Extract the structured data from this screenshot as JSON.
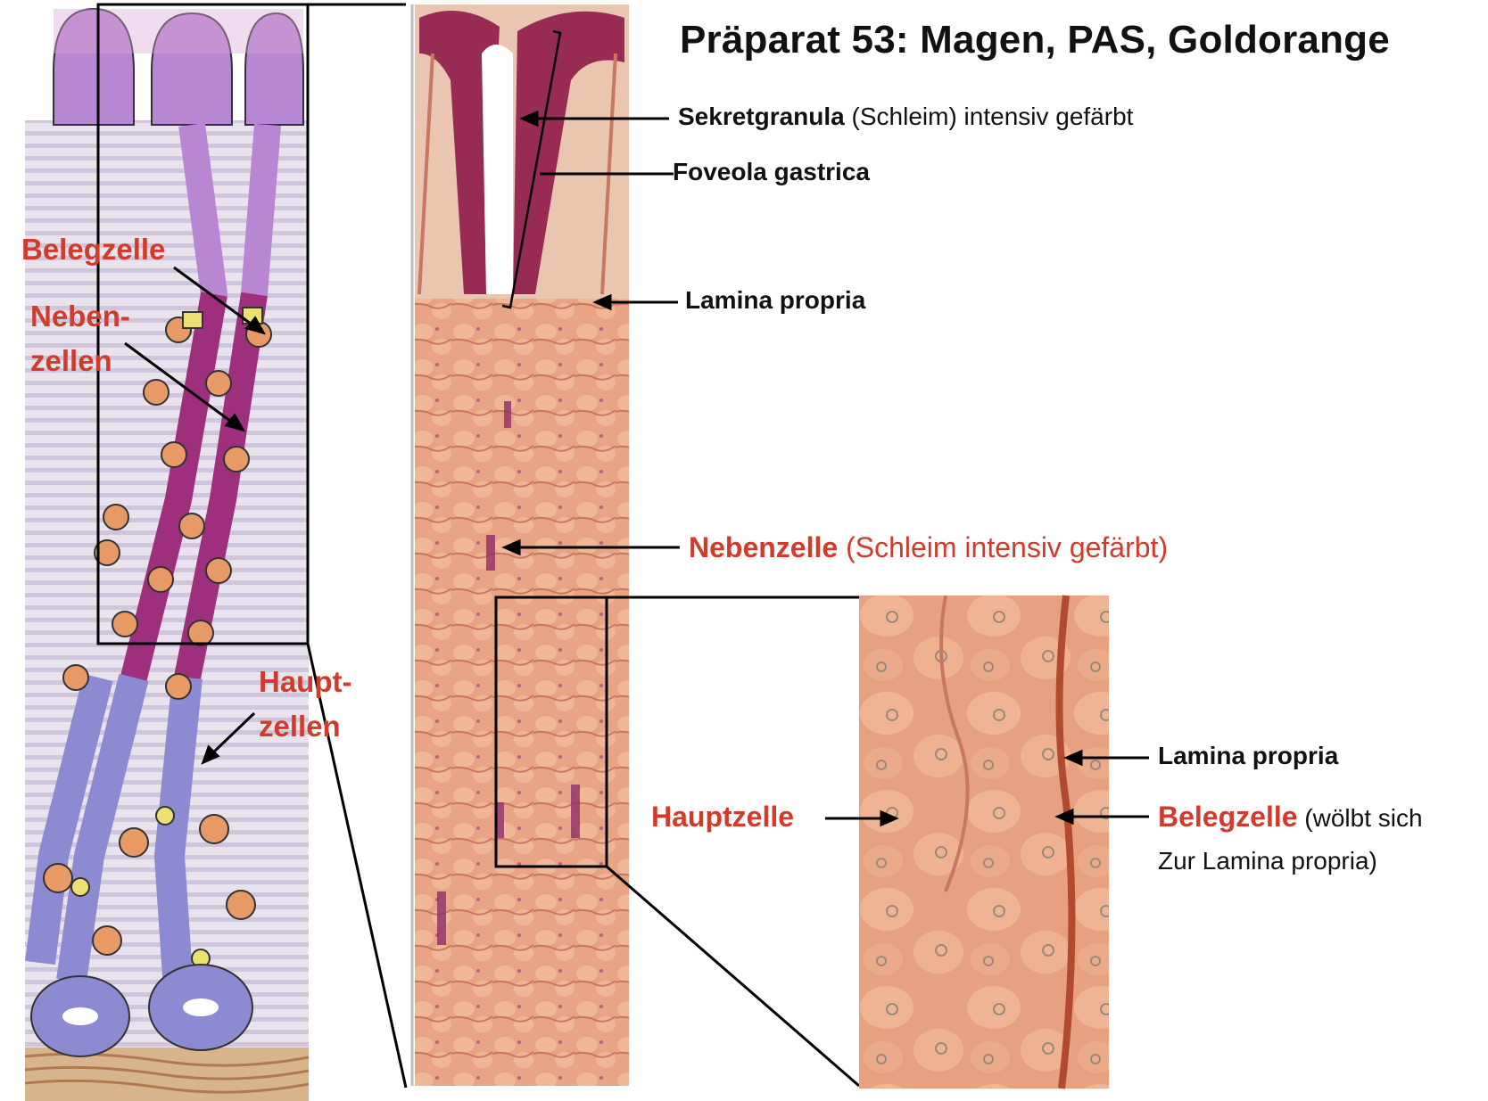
{
  "title": "Präparat 53: Magen, PAS, Goldorange",
  "labels": {
    "sekretgranula_bold": "Sekretgranula",
    "sekretgranula_rest": " (Schleim) intensiv gefärbt",
    "foveola": "Foveola gastrica",
    "lamina_propria_top": "Lamina propria",
    "nebenzelle_bold": "Nebenzelle",
    "nebenzelle_rest": " (Schleim intensiv gefärbt)",
    "hauptzelle": "Hauptzelle",
    "lamina_propria_bottom": "Lamina propria",
    "belegzelle_bold": "Belegzelle",
    "belegzelle_rest": " (wölbt sich",
    "belegzelle_line2": "Zur Lamina propria)"
  },
  "schematic_labels": {
    "belegzelle": "Belegzelle",
    "neben_1": "Neben-",
    "neben_2": "zellen",
    "haupt_1": "Haupt-",
    "haupt_2": "zellen"
  },
  "colors": {
    "label_red": "#d23a2a",
    "mucus_purple": "#8e1a4a",
    "tissue_orange": "#e9a585",
    "chief_cell_blue": "#8c8ad0",
    "parietal_cell_orange": "#e89a66",
    "surface_cell_violet": "#b987d4"
  }
}
